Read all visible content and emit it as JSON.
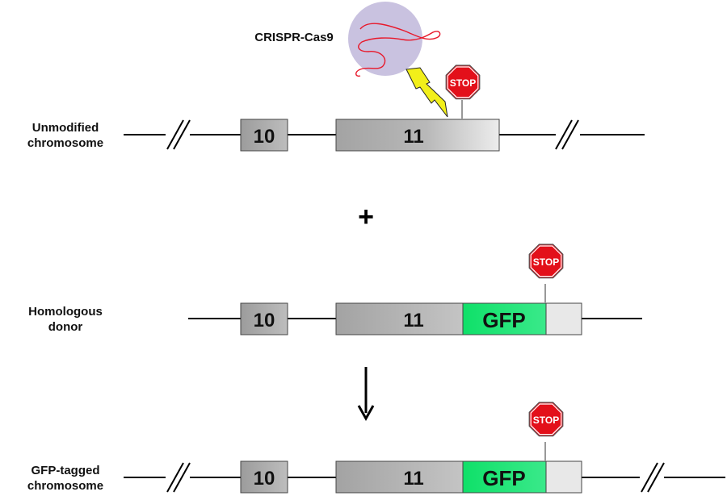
{
  "complex": {
    "label": "CRISPR-Cas9"
  },
  "stop_label": "STOP",
  "operator_plus": "+",
  "rows": [
    {
      "label_line1": "Unmodified",
      "label_line2": "chromosome",
      "exon10": "10",
      "exon11": "11"
    },
    {
      "label_line1": "Homologous",
      "label_line2": "donor",
      "exon10": "10",
      "exon11": "11",
      "gfp": "GFP"
    },
    {
      "label_line1": "GFP-tagged",
      "label_line2": "chromosome",
      "exon10": "10",
      "exon11": "11",
      "gfp": "GFP"
    }
  ],
  "colors": {
    "cas9_fill": "#c9c2e0",
    "rna": "#e8182a",
    "lightning": "#f2ef1a",
    "stop_red": "#e3101a",
    "gfp_green": "#12e06e",
    "exon_dark": "#a0a0a0",
    "exon_light": "#eaeaea"
  }
}
